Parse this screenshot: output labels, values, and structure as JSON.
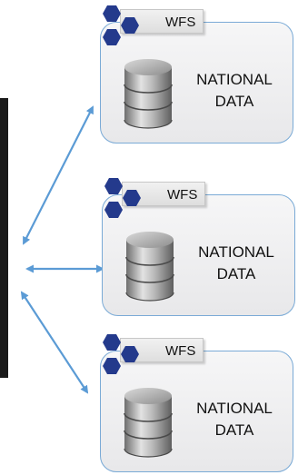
{
  "nodes": [
    {
      "badge": "WFS",
      "label_line1": "NATIONAL",
      "label_line2": "DATA"
    },
    {
      "badge": "WFS",
      "label_line1": "NATIONAL",
      "label_line2": "DATA"
    },
    {
      "badge": "WFS",
      "label_line1": "NATIONAL",
      "label_line2": "DATA"
    }
  ],
  "colors": {
    "arrow": "#5b9bd5",
    "hexagon": "#243a8c",
    "card_border": "#7aaad6"
  },
  "icons": [
    "hexagon-logo-icon",
    "database-icon"
  ]
}
